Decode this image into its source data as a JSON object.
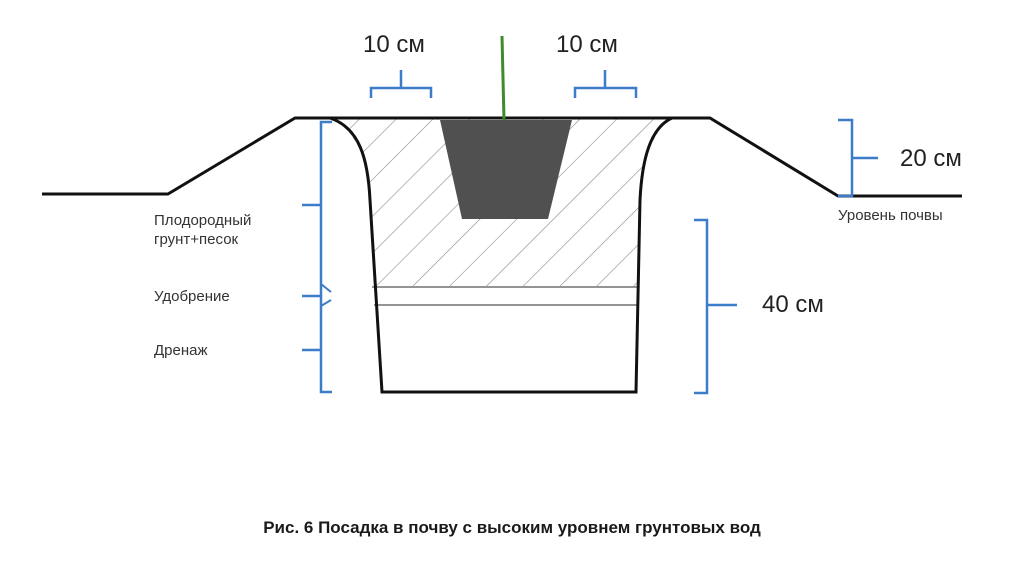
{
  "dimensions": {
    "left_width": "10 см",
    "right_width": "10 см",
    "mound_height": "20 см",
    "pit_depth": "40 см"
  },
  "layers": {
    "fertile_soil": "Плодородный\nгрунт+песок",
    "fertilizer": "Удобрение",
    "drainage": "Дренаж",
    "soil_level": "Уровень почвы"
  },
  "caption": "Рис. 6  Посадка в почву с высоким уровнем грунтовых вод",
  "colors": {
    "outline": "#111111",
    "bracket": "#3d7cc9",
    "stem": "#3f8a2c",
    "pot": "#505050",
    "hatch": "#8a8a8a"
  }
}
